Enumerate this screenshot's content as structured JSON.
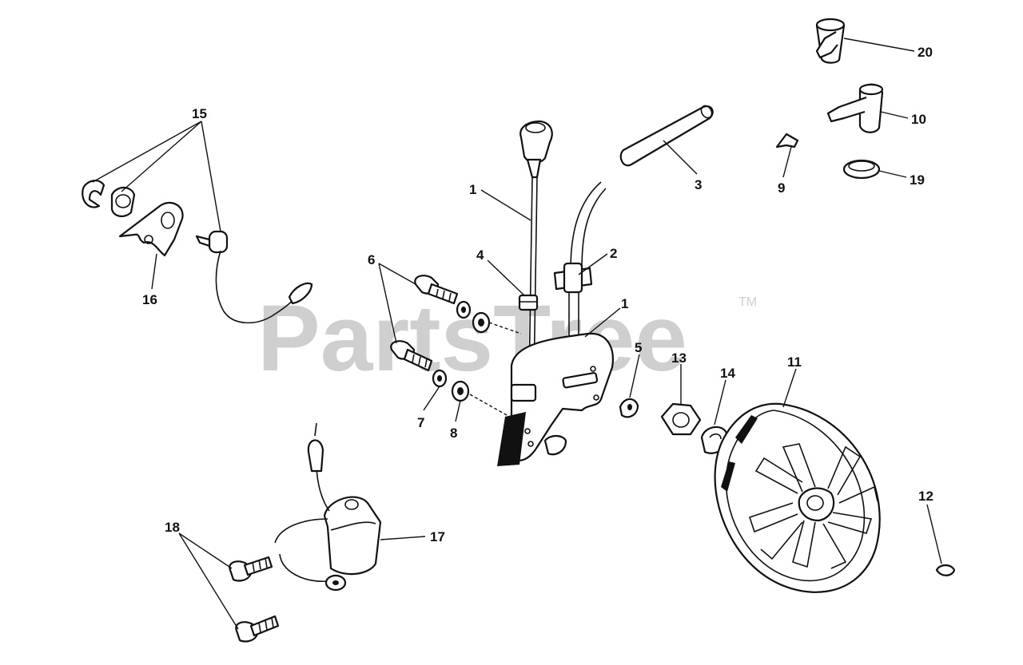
{
  "watermark": {
    "text": "PartsTree",
    "trademark": "TM"
  },
  "callouts": [
    "1",
    "1",
    "2",
    "3",
    "4",
    "5",
    "6",
    "7",
    "8",
    "9",
    "10",
    "11",
    "12",
    "13",
    "14",
    "15",
    "16",
    "17",
    "18",
    "19",
    "20"
  ]
}
